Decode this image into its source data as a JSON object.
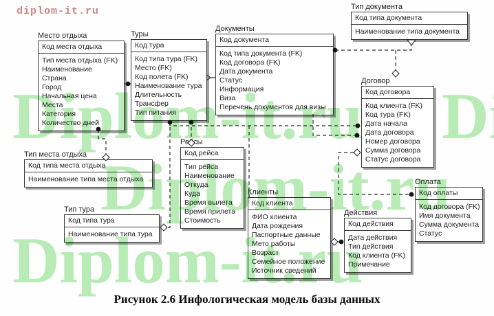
{
  "page": {
    "link": "diplom-it.ru",
    "caption": "Рисунок 2.6 Инфологическая модель базы данных",
    "watermark": "Diplom-it.ru"
  },
  "colors": {
    "watermark_green": "#b9ecb7",
    "link_red": "#c98784",
    "box_border": "#3a3a3a",
    "connector": "#2b2b2b"
  },
  "entities": [
    {
      "id": "mesto-otdyha",
      "title": "Место отдыха",
      "key": "Код места отдыха",
      "fields": [
        "Тип места отдыха (FK)",
        "Наименование",
        "Страна",
        "Город",
        "Начальная цена",
        "Места",
        "Категория",
        "Количество дней"
      ]
    },
    {
      "id": "tury",
      "title": "Туры",
      "key": "Код тура",
      "fields": [
        "Код типа тура (FK)",
        "Место (FK)",
        "Код полета (FK)",
        "Наименование тура",
        "Длительность",
        "Трансфер",
        "Тип питания"
      ]
    },
    {
      "id": "dokumenty",
      "title": "Документы",
      "key": "Код документа",
      "fields": [
        "Код типа документа (FK)",
        "Код договора (FK)",
        "Дата документа",
        "Статус",
        "Информация",
        "Виза",
        "Перечень документов для визы"
      ]
    },
    {
      "id": "tip-dokumenta",
      "title": "Тип документа",
      "key": "Код типа документа",
      "fields": [
        "Наименование типа документа"
      ]
    },
    {
      "id": "dogovor",
      "title": "Договор",
      "key": "Код договора",
      "fields": [
        "Код клиента (FK)",
        "Код тура (FK)",
        "Дата начала",
        "Дата договора",
        "Номер договора",
        "Сумма договора",
        "Статус договора"
      ]
    },
    {
      "id": "tip-mesta-otdyha",
      "title": "Тип места отдыха",
      "key": "Код типа места отдыха",
      "fields": [
        "Наименование типа места отдыха"
      ]
    },
    {
      "id": "tip-tura",
      "title": "Тип тура",
      "key": "Код типа тура",
      "fields": [
        "Наименование типа тура"
      ]
    },
    {
      "id": "reisy",
      "title": "Рейсы",
      "key": "Код рейса",
      "fields": [
        "Тип рейса",
        "Наименование",
        "Откуда",
        "Куда",
        "Время вылета",
        "Время прилета",
        "Стоимость"
      ]
    },
    {
      "id": "klienty",
      "title": "Клиенты",
      "key": "Код клиента",
      "fields": [
        "ФИО клиента",
        "Дата рождения",
        "Паспортные данные",
        "Мето работы",
        "Возраст",
        "Семейное положение",
        "Источник сведений"
      ]
    },
    {
      "id": "deistviya",
      "title": "Действия",
      "key": "Код действия",
      "fields": [
        "Дата действия",
        "Тип действия",
        "Код клиента (FK)",
        "Примечание"
      ]
    },
    {
      "id": "oplata",
      "title": "Оплата",
      "key": "Код оплаты",
      "fields": [
        "Код договора (FK)",
        "Имя документа",
        "Сумма документа",
        "Статус"
      ]
    }
  ]
}
